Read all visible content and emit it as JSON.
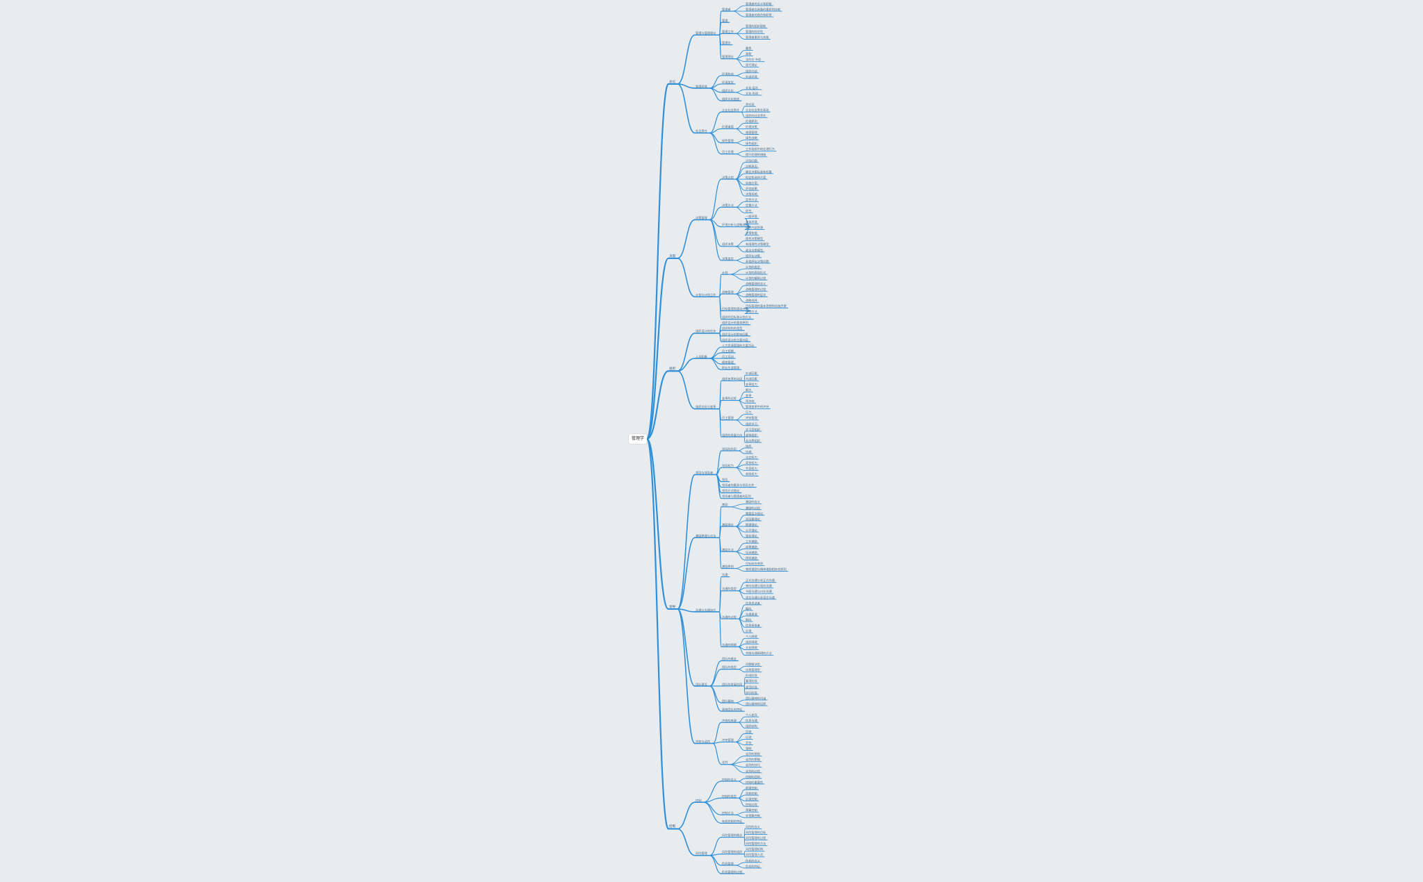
{
  "root": {
    "label": "管理学",
    "children": [
      {
        "label": "总论",
        "children": [
          {
            "label": "管理与管理理论",
            "children": [
              {
                "label": "管理者",
                "children": [
                  {
                    "label": "管理者的含义和职能"
                  },
                  {
                    "label": "管理者应具备的素质和技能"
                  },
                  {
                    "label": "管理者的角色和职责"
                  }
                ]
              },
              {
                "label": "管理"
              },
              {
                "label": "管理工作",
                "children": [
                  {
                    "label": "管理的组织职能"
                  },
                  {
                    "label": "管理的科学性"
                  },
                  {
                    "label": "管理者素质与技能"
                  }
                ]
              },
              {
                "label": "管理学"
              },
              {
                "label": "管理理论",
                "children": [
                  {
                    "label": "霍桑"
                  },
                  {
                    "label": "泰勒"
                  },
                  {
                    "label": "法约尔·韦伯"
                  },
                  {
                    "label": "现代理论"
                  }
                ]
              }
            ]
          },
          {
            "label": "管理环境",
            "children": [
              {
                "label": "环境构成",
                "children": [
                  {
                    "label": "组织内部"
                  },
                  {
                    "label": "外部环境"
                  }
                ]
              },
              {
                "label": "环境类型"
              },
              {
                "label": "组织文化",
                "children": [
                  {
                    "label": "文化·层次"
                  },
                  {
                    "label": "文化·形成"
                  }
                ]
              },
              {
                "label": "组织文化塑造"
              }
            ]
          },
          {
            "label": "社会责任",
            "children": [
              {
                "label": "企业社会责任",
                "children": [
                  {
                    "label": "责任观"
                  },
                  {
                    "label": "企业社会责任表现"
                  },
                  {
                    "label": "组织的社会责任"
                  }
                ]
              },
              {
                "label": "伦理道德",
                "children": [
                  {
                    "label": "伦理原则"
                  },
                  {
                    "label": "伦理决策"
                  },
                  {
                    "label": "道德管理"
                  }
                ]
              },
              {
                "label": "绿色管理",
                "children": [
                  {
                    "label": "绿色战略"
                  },
                  {
                    "label": "绿色组织"
                  }
                ]
              },
              {
                "label": "员工伦理",
                "children": [
                  {
                    "label": "工作场所中的伦理行为"
                  },
                  {
                    "label": "提升伦理的措施"
                  }
                ]
              }
            ]
          }
        ]
      },
      {
        "label": "决策",
        "children": [
          {
            "label": "决策管理",
            "children": [
              {
                "label": "决策过程",
                "children": [
                  {
                    "label": "识别问题"
                  },
                  {
                    "label": "诊断原因"
                  },
                  {
                    "label": "确定决策标准和权重"
                  },
                  {
                    "label": "拟定和选择方案"
                  },
                  {
                    "label": "实施方案"
                  },
                  {
                    "label": "评估结果"
                  },
                  {
                    "label": "决策风格"
                  }
                ]
              },
              {
                "label": "决策方法",
                "children": [
                  {
                    "label": "定性方法"
                  },
                  {
                    "label": "定量方法"
                  },
                  {
                    "label": "综合"
                  }
                ]
              },
              {
                "label": "环境分析与战略选择",
                "children": [
                  {
                    "label": "一般环境"
                  },
                  {
                    "label": "具体环境"
                  },
                  {
                    "label": "组织内部资源"
                  },
                  {
                    "label": "决策依据"
                  }
                ]
              },
              {
                "label": "组织决策",
                "children": [
                  {
                    "label": "理性决策模型"
                  },
                  {
                    "label": "有限理性决策模型"
                  },
                  {
                    "label": "政治决策模型"
                  }
                ]
              },
              {
                "label": "决策类型",
                "children": [
                  {
                    "label": "程序化决策"
                  },
                  {
                    "label": "非程序化决策问题"
                  }
                ]
              }
            ]
          },
          {
            "label": "计划与计划工作",
            "children": [
              {
                "label": "计划",
                "children": [
                  {
                    "label": "计划的类型"
                  },
                  {
                    "label": "计划的表现形式"
                  },
                  {
                    "label": "计划的编制过程"
                  }
                ]
              },
              {
                "label": "战略管理",
                "children": [
                  {
                    "label": "战略管理的含义"
                  },
                  {
                    "label": "战略管理的过程"
                  },
                  {
                    "label": "战略管理的层次"
                  },
                  {
                    "label": "战略选择"
                  }
                ]
              },
              {
                "label": "目标管理和滚动计划",
                "children": [
                  {
                    "label": "目标管理的基本思想和实施步骤"
                  },
                  {
                    "label": "计划方法"
                  }
                ]
              },
              {
                "label": "组织的目标和计划方法"
              }
            ]
          }
        ]
      },
      {
        "label": "组织",
        "children": [
          {
            "label": "组织设计的任务",
            "children": [
              {
                "label": "组织设计的基本原则"
              },
              {
                "label": "组织结构的类型"
              },
              {
                "label": "组织设计的影响因素"
              },
              {
                "label": "组织设计的主要内容"
              }
            ]
          },
          {
            "label": "人员配备",
            "children": [
              {
                "label": "人力资源管理的主要活动"
              },
              {
                "label": "员工招聘"
              },
              {
                "label": "员工培训"
              },
              {
                "label": "绩效管理"
              },
              {
                "label": "职业生涯管理"
              }
            ]
          },
          {
            "label": "组织文化与变革",
            "children": [
              {
                "label": "组织变革的动因",
                "children": [
                  {
                    "label": "外部因素"
                  },
                  {
                    "label": "内部因素"
                  },
                  {
                    "label": "变革阻力"
                  }
                ]
              },
              {
                "label": "变革的过程",
                "children": [
                  {
                    "label": "解冻"
                  },
                  {
                    "label": "变革"
                  },
                  {
                    "label": "再冻结"
                  },
                  {
                    "label": "管理变革中的冲突"
                  }
                ]
              },
              {
                "label": "员工管理",
                "children": [
                  {
                    "label": "压力"
                  },
                  {
                    "label": "冲突管理"
                  },
                  {
                    "label": "组织学习"
                  }
                ]
              },
              {
                "label": "组织的发展方向",
                "children": [
                  {
                    "label": "学习型组织"
                  },
                  {
                    "label": "虚拟组织"
                  },
                  {
                    "label": "无边界组织"
                  }
                ]
              }
            ]
          }
        ]
      },
      {
        "label": "领导",
        "children": [
          {
            "label": "领导与领导者",
            "children": [
              {
                "label": "领导的作用",
                "children": [
                  {
                    "label": "指挥"
                  },
                  {
                    "label": "协调"
                  }
                ]
              },
              {
                "label": "领导权力",
                "children": [
                  {
                    "label": "法定权力"
                  },
                  {
                    "label": "奖赏权力"
                  },
                  {
                    "label": "专家权力"
                  },
                  {
                    "label": "参照权力"
                  }
                ]
              },
              {
                "label": "领导"
              },
              {
                "label": "领导者的素质与领导艺术"
              },
              {
                "label": "领导方式理论"
              },
              {
                "label": "领导者与管理者的区别"
              }
            ]
          },
          {
            "label": "激励原理与方法",
            "children": [
              {
                "label": "激励",
                "children": [
                  {
                    "label": "激励的含义"
                  },
                  {
                    "label": "激励的过程"
                  }
                ]
              },
              {
                "label": "激励理论",
                "children": [
                  {
                    "label": "需要层次理论"
                  },
                  {
                    "label": "双因素理论"
                  },
                  {
                    "label": "期望理论"
                  },
                  {
                    "label": "公平理论"
                  },
                  {
                    "label": "强化理论"
                  }
                ]
              },
              {
                "label": "激励方法",
                "children": [
                  {
                    "label": "工作激励"
                  },
                  {
                    "label": "成果激励"
                  },
                  {
                    "label": "培训激励"
                  },
                  {
                    "label": "榜样激励"
                  }
                ]
              },
              {
                "label": "激励原则",
                "children": [
                  {
                    "label": "目标结合原则"
                  },
                  {
                    "label": "物质激励与精神激励相结合原则"
                  }
                ]
              }
            ]
          },
          {
            "label": "沟通与沟通技巧",
            "children": [
              {
                "label": "沟通"
              },
              {
                "label": "沟通的类型",
                "children": [
                  {
                    "label": "正式沟通与非正式沟通"
                  },
                  {
                    "label": "单向沟通与双向沟通"
                  },
                  {
                    "label": "书面沟通与口头沟通"
                  },
                  {
                    "label": "语言沟通与非语言沟通"
                  }
                ]
              },
              {
                "label": "沟通的过程",
                "children": [
                  {
                    "label": "信息发送者"
                  },
                  {
                    "label": "编码"
                  },
                  {
                    "label": "沟通渠道"
                  },
                  {
                    "label": "解码"
                  },
                  {
                    "label": "信息接收者"
                  },
                  {
                    "label": "反馈"
                  }
                ]
              },
              {
                "label": "沟通的障碍",
                "children": [
                  {
                    "label": "个人障碍"
                  },
                  {
                    "label": "组织障碍"
                  },
                  {
                    "label": "文化障碍"
                  },
                  {
                    "label": "克服沟通障碍的方法"
                  }
                ]
              }
            ]
          },
          {
            "label": "团队建设",
            "children": [
              {
                "label": "团队的概念"
              },
              {
                "label": "团队的类型",
                "children": [
                  {
                    "label": "问题解决型"
                  },
                  {
                    "label": "自我管理型"
                  }
                ]
              },
              {
                "label": "团队的发展阶段",
                "children": [
                  {
                    "label": "形成阶段"
                  },
                  {
                    "label": "震荡阶段"
                  },
                  {
                    "label": "规范阶段"
                  },
                  {
                    "label": "执行阶段"
                  }
                ]
              },
              {
                "label": "团队精神",
                "children": [
                  {
                    "label": "团队精神的内涵"
                  },
                  {
                    "label": "团队精神的培养"
                  }
                ]
              },
              {
                "label": "高效团队的特征"
              }
            ]
          },
          {
            "label": "冲突与谈判",
            "children": [
              {
                "label": "冲突的来源",
                "children": [
                  {
                    "label": "个人差异"
                  },
                  {
                    "label": "信息沟通"
                  },
                  {
                    "label": "组织结构"
                  }
                ]
              },
              {
                "label": "冲突管理",
                "children": [
                  {
                    "label": "回避"
                  },
                  {
                    "label": "迁就"
                  },
                  {
                    "label": "妥协"
                  },
                  {
                    "label": "强制"
                  }
                ]
              },
              {
                "label": "谈判",
                "children": [
                  {
                    "label": "谈判的原则"
                  },
                  {
                    "label": "谈判的策略"
                  },
                  {
                    "label": "谈判的技巧"
                  },
                  {
                    "label": "谈判的过程"
                  }
                ]
              }
            ]
          }
        ]
      },
      {
        "label": "控制",
        "children": [
          {
            "label": "控制",
            "children": [
              {
                "label": "控制的含义",
                "children": [
                  {
                    "label": "控制的目的"
                  },
                  {
                    "label": "控制的重要性"
                  }
                ]
              },
              {
                "label": "控制的类型",
                "children": [
                  {
                    "label": "前馈控制"
                  },
                  {
                    "label": "同期控制"
                  },
                  {
                    "label": "反馈控制"
                  },
                  {
                    "label": "控制过程"
                  }
                ]
              },
              {
                "label": "控制方法",
                "children": [
                  {
                    "label": "预算控制"
                  },
                  {
                    "label": "非预算控制"
                  }
                ]
              },
              {
                "label": "有效控制的特征"
              }
            ]
          },
          {
            "label": "风险管理",
            "children": [
              {
                "label": "风险管理的概念",
                "children": [
                  {
                    "label": "风险的含义"
                  },
                  {
                    "label": "风险管理的目标"
                  },
                  {
                    "label": "风险管理的过程"
                  },
                  {
                    "label": "风险管理的方法"
                  }
                ]
              },
              {
                "label": "风险管理的组织",
                "children": [
                  {
                    "label": "风险管理机构"
                  },
                  {
                    "label": "风险管理人员"
                  }
                ]
              },
              {
                "label": "危机管理",
                "children": [
                  {
                    "label": "危机的含义"
                  },
                  {
                    "label": "危机的特征"
                  }
                ]
              },
              {
                "label": "危机管理的过程"
              }
            ]
          }
        ]
      }
    ]
  }
}
